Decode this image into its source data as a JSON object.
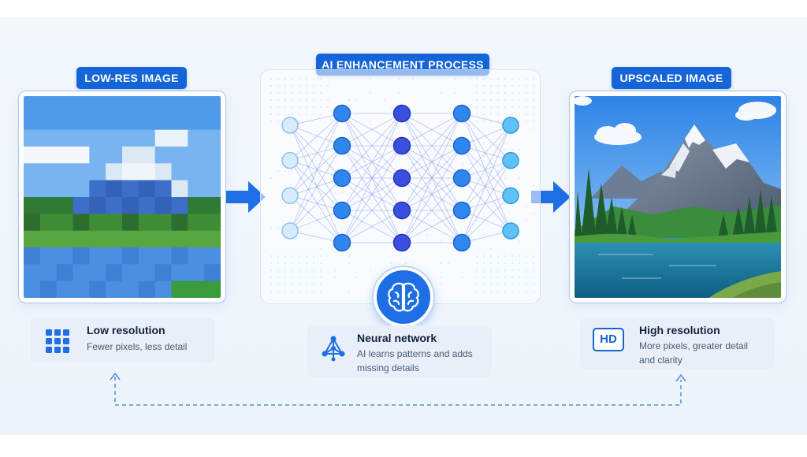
{
  "labels": {
    "low_res": "LOW-RES IMAGE",
    "process": "AI ENHANCEMENT PROCESS",
    "upscaled": "UPSCALED IMAGE"
  },
  "cards": {
    "low": {
      "title": "Low resolution",
      "desc": "Fewer pixels, less detail"
    },
    "neural": {
      "title": "Neural network",
      "desc_line1": "AI learns patterns and adds",
      "desc_line2": "missing details"
    },
    "high": {
      "title": "High resolution",
      "desc_line1": "More pixels, greater detail",
      "desc_line2": "and clarity",
      "badge": "HD"
    }
  },
  "network": {
    "layers": [
      4,
      5,
      5,
      5,
      4
    ],
    "colors": {
      "input": "#d6ebfb",
      "hidden": "#2f86ee",
      "center": "#3a4fe0",
      "output": "#5fc2f6",
      "edge": "#6a7fe6"
    }
  },
  "colors": {
    "accent": "#1565d8",
    "frame_border": "#a9c6ee",
    "card_bg": "#e8eff9"
  },
  "icons": {
    "low": "pixel-grid-icon",
    "neural": "network-nodes-icon",
    "center": "brain-icon",
    "high": "hd-icon",
    "arrows": "arrow-right-icon"
  }
}
